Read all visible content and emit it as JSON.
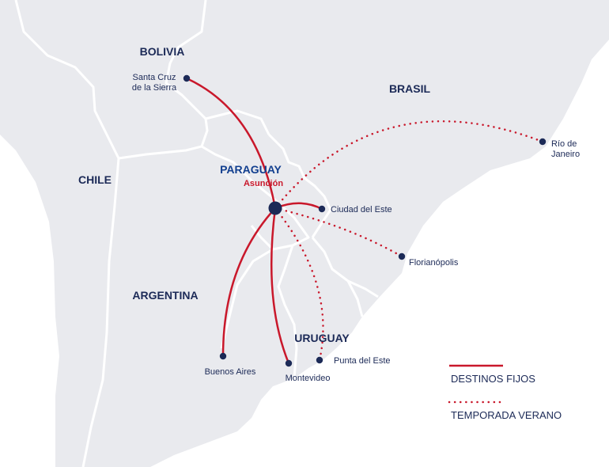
{
  "colors": {
    "land": "#e9eaee",
    "border": "#ffffff",
    "sea": "#ffffff",
    "navy": "#1c2a57",
    "route_red": "#c9182b"
  },
  "countries": {
    "bolivia": "BOLIVIA",
    "brasil": "BRASIL",
    "chile": "CHILE",
    "paraguay": "PARAGUAY",
    "argentina": "ARGENTINA",
    "uruguay": "URUGUAY"
  },
  "hub": {
    "name": "Asunción"
  },
  "cities": {
    "santa_cruz": [
      "Santa Cruz",
      "de la Sierra"
    ],
    "rio": [
      "Río de",
      "Janeiro"
    ],
    "ciudad_del_este": "Ciudad del Este",
    "florianopolis": "Florianópolis",
    "punta_del_este": "Punta del Este",
    "buenos_aires": "Buenos Aires",
    "montevideo": "Montevideo"
  },
  "legend": {
    "fixed": "DESTINOS FIJOS",
    "seasonal": "TEMPORADA VERANO"
  }
}
